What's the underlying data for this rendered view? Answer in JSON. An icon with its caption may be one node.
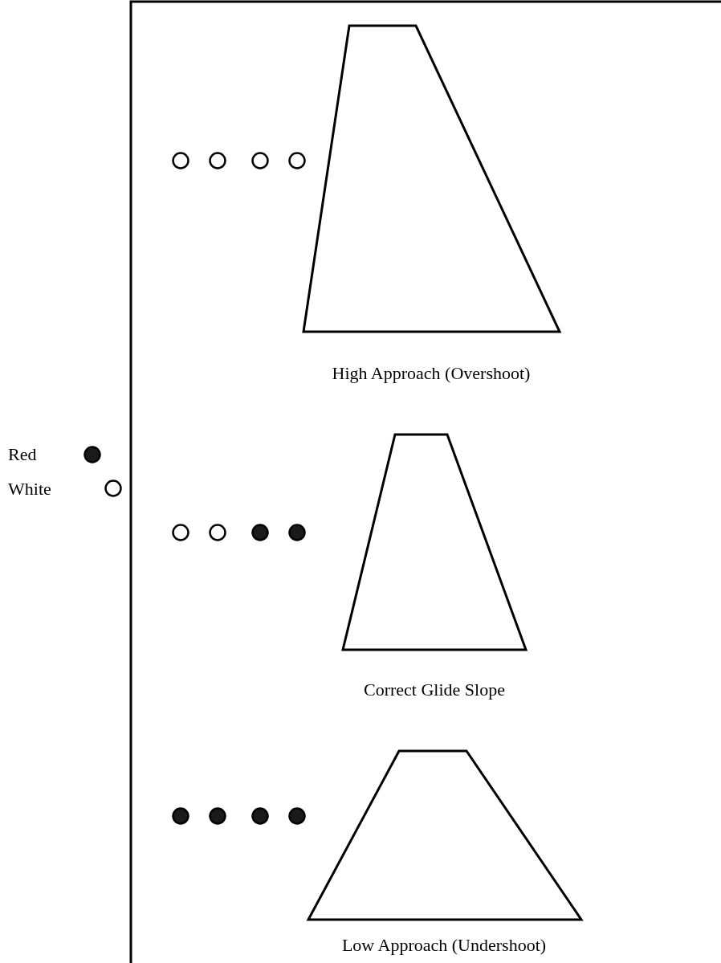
{
  "diagram": {
    "nodes": [
      {
        "text": [],
        "shape": "trapezoid"
      },
      {
        "text": [],
        "shape": "trapezoid"
      },
      {
        "text": [],
        "shape": "trapezoid"
      }
    ],
    "labels": [
      "High Approach (Overshoot)",
      "Correct Glide Slope",
      "Low Approach (Undershoot)"
    ],
    "legend": [
      {
        "text": "Red",
        "color": "#1a1a1a"
      },
      {
        "text": "White",
        "color": "#ffffff"
      }
    ]
  }
}
